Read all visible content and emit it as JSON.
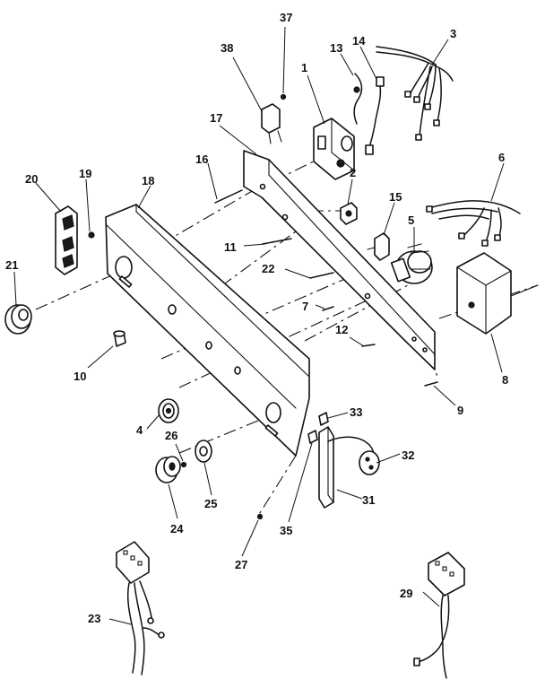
{
  "callouts": [
    {
      "id": "c1",
      "text": "1"
    },
    {
      "id": "c2",
      "text": "2"
    },
    {
      "id": "c3",
      "text": "3"
    },
    {
      "id": "c4",
      "text": "4"
    },
    {
      "id": "c5",
      "text": "5"
    },
    {
      "id": "c6",
      "text": "6"
    },
    {
      "id": "c7",
      "text": "7"
    },
    {
      "id": "c8",
      "text": "8"
    },
    {
      "id": "c9",
      "text": "9"
    },
    {
      "id": "c10",
      "text": "10"
    },
    {
      "id": "c11",
      "text": "11"
    },
    {
      "id": "c12",
      "text": "12"
    },
    {
      "id": "c13",
      "text": "13"
    },
    {
      "id": "c14",
      "text": "14"
    },
    {
      "id": "c15",
      "text": "15"
    },
    {
      "id": "c16",
      "text": "16"
    },
    {
      "id": "c17",
      "text": "17"
    },
    {
      "id": "c18",
      "text": "18"
    },
    {
      "id": "c19",
      "text": "19"
    },
    {
      "id": "c20",
      "text": "20"
    },
    {
      "id": "c21",
      "text": "21"
    },
    {
      "id": "c22",
      "text": "22"
    },
    {
      "id": "c23",
      "text": "23"
    },
    {
      "id": "c24",
      "text": "24"
    },
    {
      "id": "c25",
      "text": "25"
    },
    {
      "id": "c26",
      "text": "26"
    },
    {
      "id": "c27",
      "text": "27"
    },
    {
      "id": "c29",
      "text": "29"
    },
    {
      "id": "c31",
      "text": "31"
    },
    {
      "id": "c32",
      "text": "32"
    },
    {
      "id": "c33",
      "text": "33"
    },
    {
      "id": "c35",
      "text": "35"
    },
    {
      "id": "c37",
      "text": "37"
    },
    {
      "id": "c38",
      "text": "38"
    }
  ]
}
